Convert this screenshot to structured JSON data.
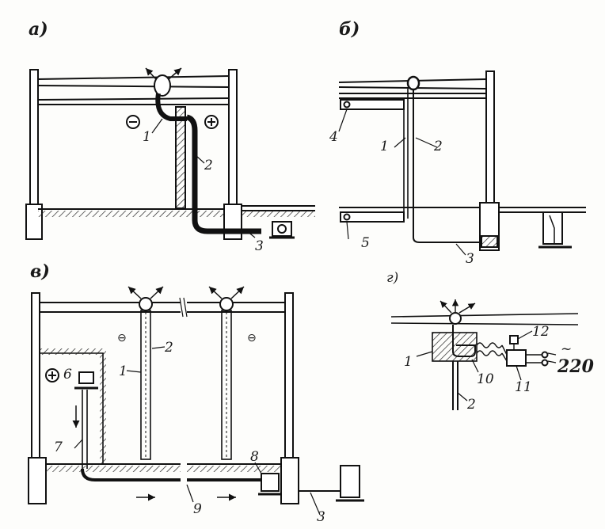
{
  "panels": {
    "a": {
      "label": "а)",
      "callouts": [
        "1",
        "2",
        "3"
      ],
      "minus": "⊖",
      "plus": "⊕"
    },
    "b": {
      "label": "б)",
      "callouts": [
        "1",
        "2",
        "3",
        "4",
        "5"
      ]
    },
    "v": {
      "label": "в)",
      "callouts": [
        "1",
        "2",
        "3",
        "6",
        "7",
        "8",
        "9"
      ],
      "minus": "⊖",
      "plus": "⊕"
    },
    "g": {
      "label": "г)",
      "callouts": [
        "1",
        "2",
        "10",
        "11",
        "12"
      ],
      "voltage": "220",
      "ac_mark": "~"
    }
  }
}
